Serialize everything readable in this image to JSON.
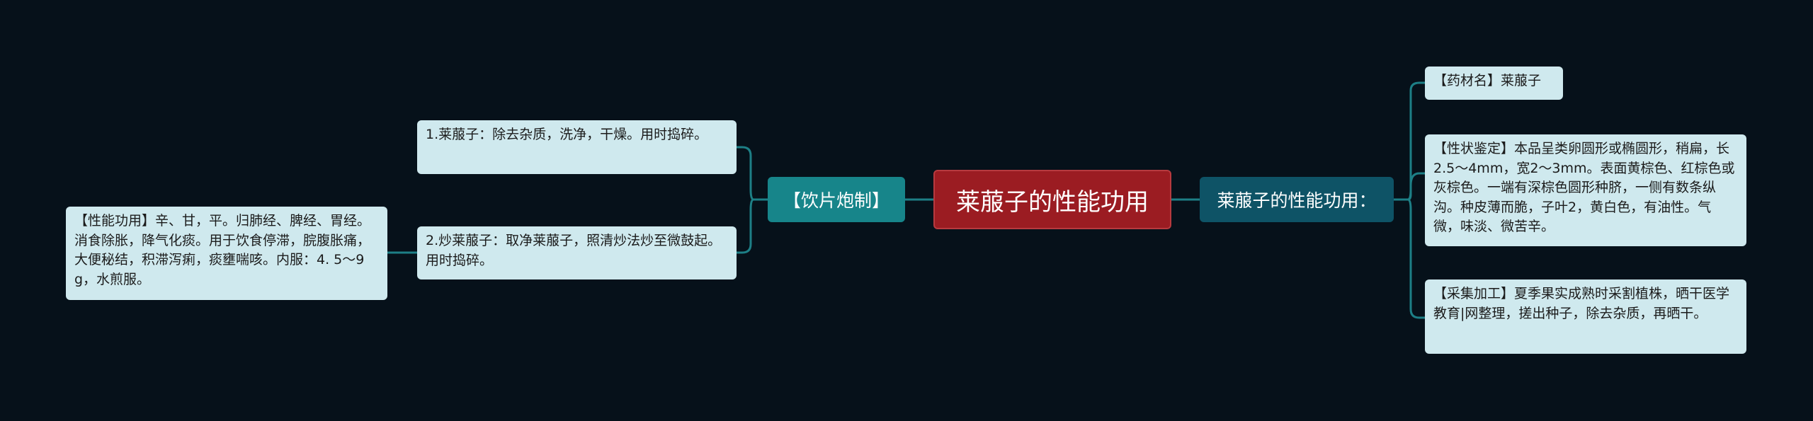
{
  "root": {
    "title": "莱菔子的性能功用"
  },
  "left_branch": {
    "title": "【饮片炮制】",
    "items": [
      {
        "text": "1.莱菔子：除去杂质，洗净，干燥。用时捣碎。"
      },
      {
        "text": "2.炒莱菔子：取净莱菔子，照清炒法炒至微鼓起。用时捣碎。"
      }
    ],
    "sub_item": {
      "text": "【性能功用】辛、甘，平。归肺经、脾经、胃经。消食除胀，降气化痰。用于饮食停滞，脘腹胀痛，大便秘结，积滞泻痢，痰壅喘咳。内服：4. 5～9g，水煎服。"
    }
  },
  "right_branch": {
    "title": "莱菔子的性能功用：",
    "items": [
      {
        "text": "【药材名】莱菔子"
      },
      {
        "text": "【性状鉴定】本品呈类卵圆形或椭圆形，稍扁，长2.5～4mm，宽2～3mm。表面黄棕色、红棕色或灰棕色。一端有深棕色圆形种脐，一侧有数条纵沟。种皮薄而脆，子叶2，黄白色，有油性。气微，味淡、微苦辛。"
      },
      {
        "text": "【采集加工】夏季果实成熟时采割植株，晒干医学教育|网整理，搓出种子，除去杂质，再晒干。"
      }
    ]
  },
  "colors": {
    "background": "#06111a",
    "root": "#9b1c22",
    "left_main": "#17858a",
    "right_main": "#0e5366",
    "leaf": "#cfe9ee",
    "link": "#1d7f86"
  }
}
